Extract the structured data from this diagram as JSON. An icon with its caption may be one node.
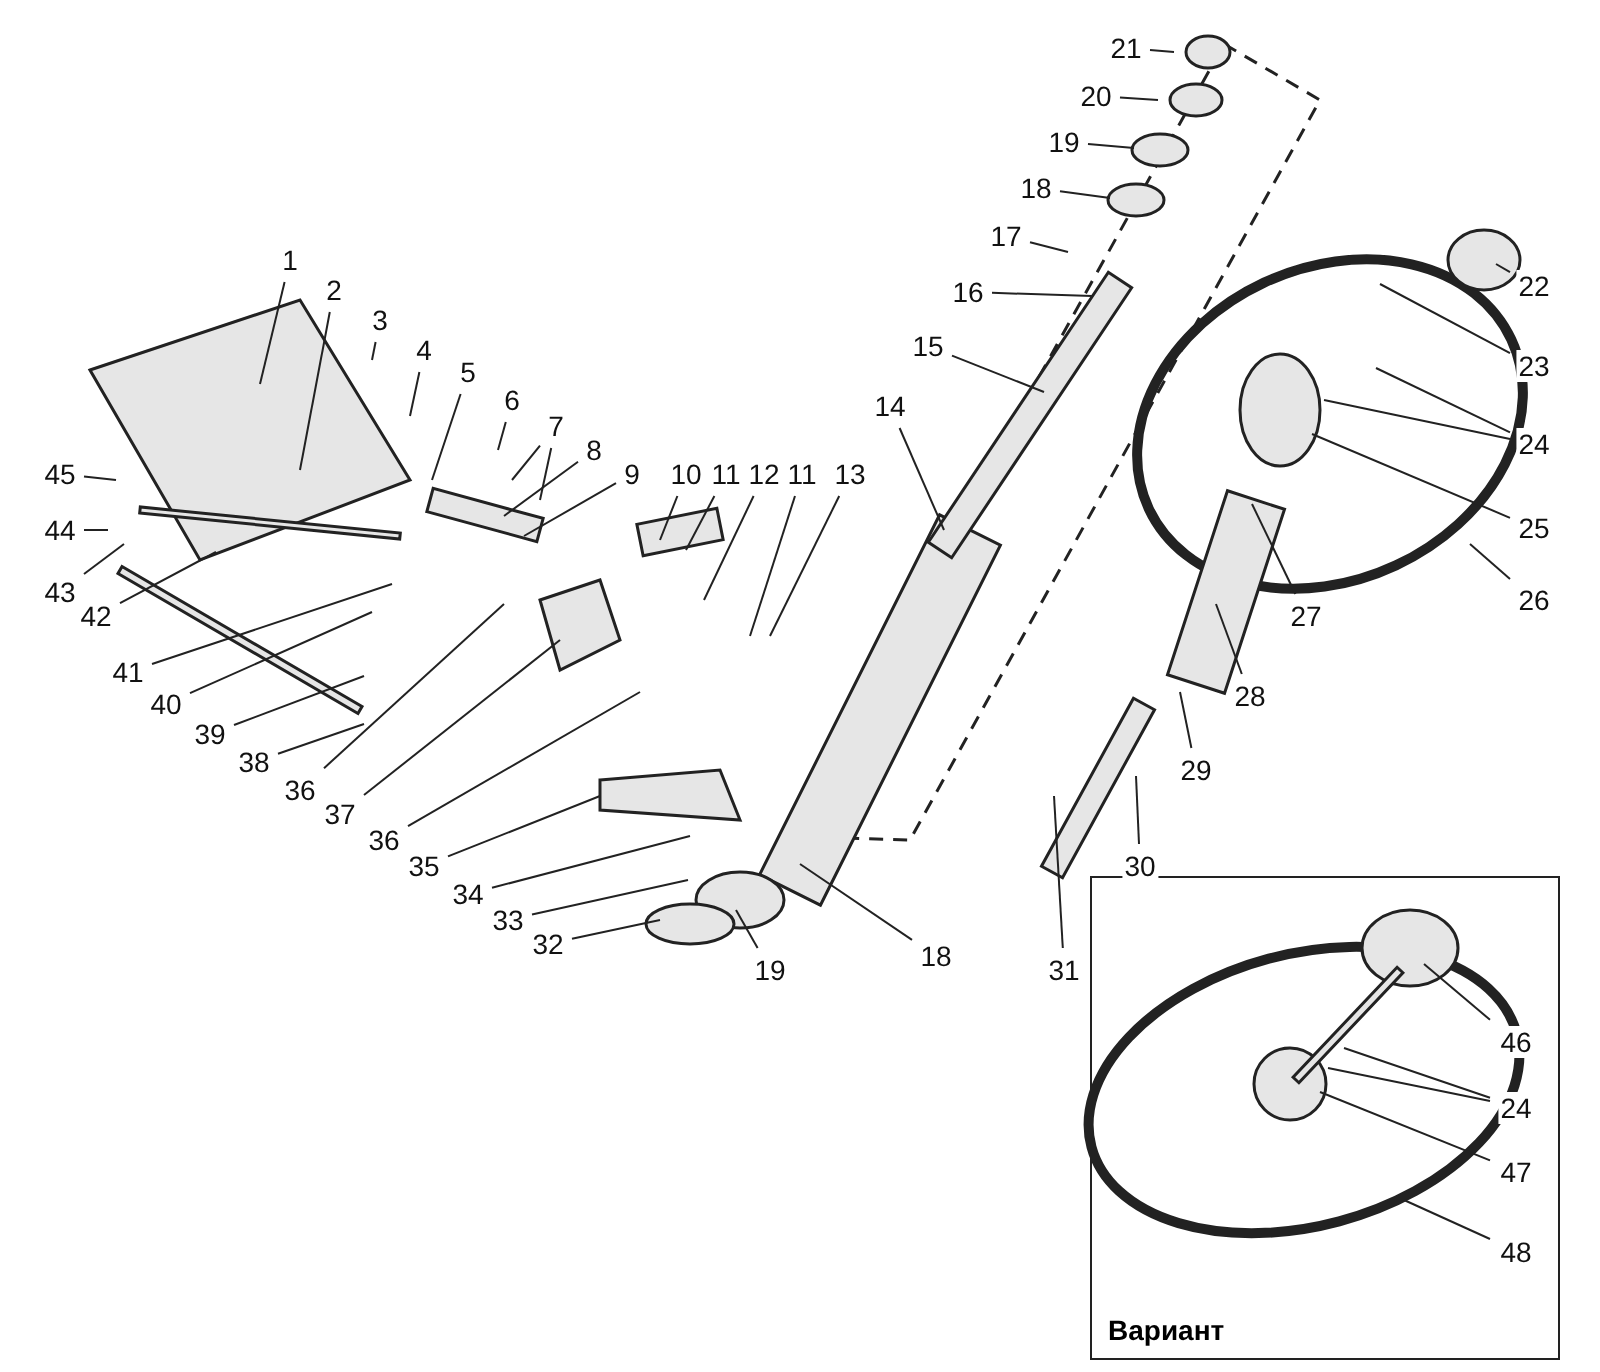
{
  "diagram": {
    "nodes": [
      {
        "text": [
          "1"
        ]
      },
      {
        "text": [
          "2"
        ]
      },
      {
        "text": [
          "3"
        ]
      },
      {
        "text": [
          "4"
        ]
      },
      {
        "text": [
          "5"
        ]
      },
      {
        "text": [
          "6"
        ]
      },
      {
        "text": [
          "7"
        ]
      },
      {
        "text": [
          "8"
        ]
      },
      {
        "text": [
          "9"
        ]
      },
      {
        "text": [
          "10"
        ]
      },
      {
        "text": [
          "11"
        ]
      },
      {
        "text": [
          "12"
        ]
      },
      {
        "text": [
          "11"
        ]
      },
      {
        "text": [
          "13"
        ]
      },
      {
        "text": [
          "14"
        ]
      },
      {
        "text": [
          "15"
        ]
      },
      {
        "text": [
          "16"
        ]
      },
      {
        "text": [
          "17"
        ]
      },
      {
        "text": [
          "18"
        ]
      },
      {
        "text": [
          "19"
        ]
      },
      {
        "text": [
          "20"
        ]
      },
      {
        "text": [
          "21"
        ]
      },
      {
        "text": [
          "22"
        ]
      },
      {
        "text": [
          "23"
        ]
      },
      {
        "text": [
          "24"
        ]
      },
      {
        "text": [
          "25"
        ]
      },
      {
        "text": [
          "26"
        ]
      },
      {
        "text": [
          "27"
        ]
      },
      {
        "text": [
          "28"
        ]
      },
      {
        "text": [
          "29"
        ]
      },
      {
        "text": [
          "30"
        ]
      },
      {
        "text": [
          "31"
        ]
      },
      {
        "text": [
          "32"
        ]
      },
      {
        "text": [
          "33"
        ]
      },
      {
        "text": [
          "34"
        ]
      },
      {
        "text": [
          "35"
        ]
      },
      {
        "text": [
          "36"
        ]
      },
      {
        "text": [
          "37"
        ]
      },
      {
        "text": [
          "36"
        ]
      },
      {
        "text": [
          "38"
        ]
      },
      {
        "text": [
          "39"
        ]
      },
      {
        "text": [
          "40"
        ]
      },
      {
        "text": [
          "41"
        ]
      },
      {
        "text": [
          "42"
        ]
      },
      {
        "text": [
          "43"
        ]
      },
      {
        "text": [
          "44"
        ]
      },
      {
        "text": [
          "45"
        ]
      },
      {
        "text": [
          "19"
        ]
      },
      {
        "text": [
          "18"
        ]
      },
      {
        "text": [
          "Вариант"
        ]
      },
      {
        "text": [
          "46"
        ],
        "in": 49
      },
      {
        "text": [
          "24"
        ],
        "in": 49
      },
      {
        "text": [
          "47"
        ],
        "in": 49
      },
      {
        "text": [
          "48"
        ],
        "in": 49
      }
    ],
    "edges": [
      {
        "from": 0,
        "to": null,
        "arrow": "none"
      },
      {
        "from": 1,
        "to": null,
        "arrow": "none"
      },
      {
        "from": 2,
        "to": null,
        "arrow": "none"
      },
      {
        "from": 3,
        "to": null,
        "arrow": "none"
      },
      {
        "from": 4,
        "to": null,
        "arrow": "none"
      },
      {
        "from": 5,
        "to": null,
        "arrow": "none"
      },
      {
        "from": 6,
        "to": null,
        "arrow": "none"
      },
      {
        "from": 6,
        "to": null,
        "arrow": "none"
      },
      {
        "from": 7,
        "to": null,
        "arrow": "none"
      },
      {
        "from": 8,
        "to": null,
        "arrow": "none"
      },
      {
        "from": 9,
        "to": null,
        "arrow": "none"
      },
      {
        "from": 10,
        "to": null,
        "arrow": "none"
      },
      {
        "from": 11,
        "to": null,
        "arrow": "none"
      },
      {
        "from": 12,
        "to": null,
        "arrow": "none"
      },
      {
        "from": 13,
        "to": null,
        "arrow": "none"
      },
      {
        "from": 14,
        "to": null,
        "arrow": "none"
      },
      {
        "from": 15,
        "to": null,
        "arrow": "none"
      },
      {
        "from": 16,
        "to": null,
        "arrow": "none"
      },
      {
        "from": 17,
        "to": null,
        "arrow": "none"
      },
      {
        "from": 18,
        "to": null,
        "arrow": "none"
      },
      {
        "from": 19,
        "to": null,
        "arrow": "none"
      },
      {
        "from": 20,
        "to": null,
        "arrow": "none"
      },
      {
        "from": 21,
        "to": null,
        "arrow": "none"
      },
      {
        "from": 22,
        "to": null,
        "arrow": "none"
      },
      {
        "from": 23,
        "to": null,
        "arrow": "none"
      },
      {
        "from": 24,
        "to": null,
        "arrow": "none"
      },
      {
        "from": 24,
        "to": null,
        "arrow": "none"
      },
      {
        "from": 25,
        "to": null,
        "arrow": "none"
      },
      {
        "from": 26,
        "to": null,
        "arrow": "none"
      },
      {
        "from": 27,
        "to": null,
        "arrow": "none"
      },
      {
        "from": 28,
        "to": null,
        "arrow": "none"
      },
      {
        "from": 29,
        "to": null,
        "arrow": "none"
      },
      {
        "from": 30,
        "to": null,
        "arrow": "none"
      },
      {
        "from": 31,
        "to": null,
        "arrow": "none"
      },
      {
        "from": 32,
        "to": null,
        "arrow": "none"
      },
      {
        "from": 33,
        "to": null,
        "arrow": "none"
      },
      {
        "from": 34,
        "to": null,
        "arrow": "none"
      },
      {
        "from": 35,
        "to": null,
        "arrow": "none"
      },
      {
        "from": 36,
        "to": null,
        "arrow": "none"
      },
      {
        "from": 37,
        "to": null,
        "arrow": "none"
      },
      {
        "from": 38,
        "to": null,
        "arrow": "none"
      },
      {
        "from": 39,
        "to": null,
        "arrow": "none"
      },
      {
        "from": 40,
        "to": null,
        "arrow": "none"
      },
      {
        "from": 41,
        "to": null,
        "arrow": "none"
      },
      {
        "from": 42,
        "to": null,
        "arrow": "none"
      },
      {
        "from": 43,
        "to": null,
        "arrow": "none"
      },
      {
        "from": 44,
        "to": null,
        "arrow": "none"
      },
      {
        "from": 45,
        "to": null,
        "arrow": "none"
      },
      {
        "from": 46,
        "to": null,
        "arrow": "none"
      },
      {
        "from": 47,
        "to": null,
        "arrow": "none"
      },
      {
        "from": 48,
        "to": null,
        "arrow": "none"
      },
      {
        "from": 50,
        "to": null,
        "arrow": "none"
      },
      {
        "from": 51,
        "to": null,
        "arrow": "none"
      },
      {
        "from": 51,
        "to": null,
        "arrow": "none"
      },
      {
        "from": 52,
        "to": null,
        "arrow": "none"
      },
      {
        "from": 53,
        "to": null,
        "arrow": "none"
      }
    ]
  }
}
